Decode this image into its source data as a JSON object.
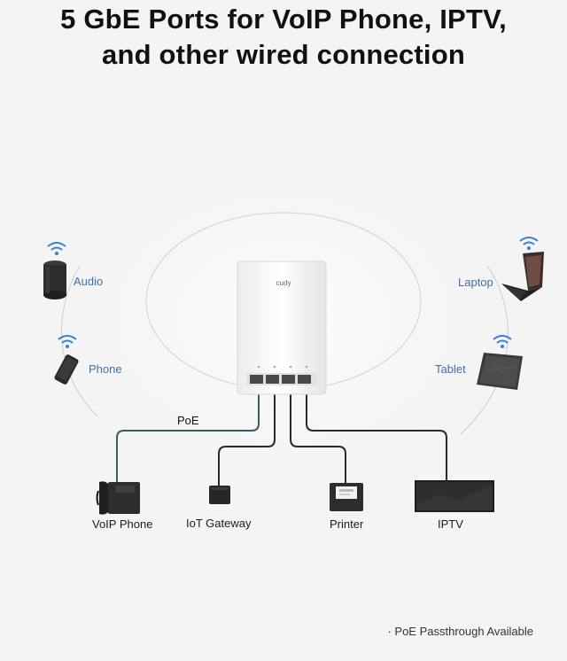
{
  "title": {
    "line1": "5 GbE Ports for VoIP Phone, IPTV,",
    "line2": "and other wired connection"
  },
  "router": {
    "brand": "cudy"
  },
  "wireless_devices": {
    "audio": "Audio",
    "phone": "Phone",
    "laptop": "Laptop",
    "tablet": "Tablet"
  },
  "wired_devices": {
    "voip_phone": "VoIP Phone",
    "iot_gateway": "IoT Gateway",
    "printer": "Printer",
    "iptv": "IPTV"
  },
  "poe_label": "PoE",
  "footnote": "· PoE Passthrough Available",
  "icons": [
    "wifi-icon",
    "speaker-icon",
    "smartphone-icon",
    "laptop-icon",
    "tablet-icon",
    "desk-phone-icon",
    "iot-gateway-icon",
    "printer-icon",
    "tv-icon",
    "router-icon"
  ],
  "colors": {
    "label_blue": "#3e6fa8",
    "wifi_blue": "#3b7fd0",
    "cable": "#2a2a2a",
    "poe_cable": "#3b5b63"
  }
}
